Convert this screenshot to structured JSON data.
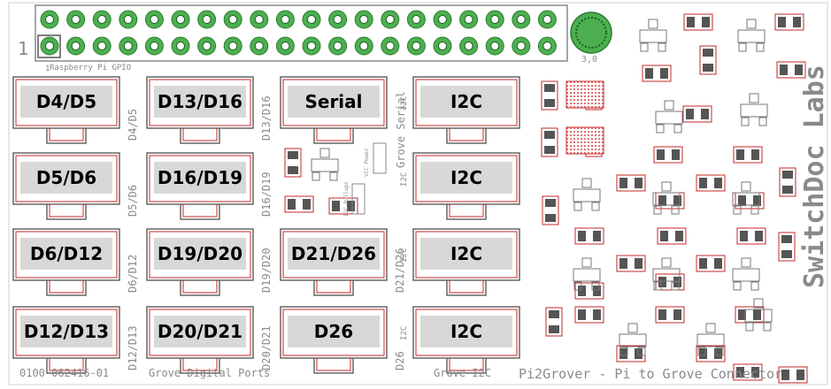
{
  "header": {
    "pin_one_label": "1",
    "pin_one_mark": "1",
    "gpio_caption": "Raspberry Pi GPIO",
    "hole_label": "3,0"
  },
  "brand": {
    "logo_text": "SwitchDoc Labs",
    "board_title": "Pi2Grover - Pi to Grove Connector",
    "part_number": "0100-062416-01"
  },
  "captions": {
    "digital_ports": "Grove Digital Ports",
    "i2c_ports": "Grove I2C",
    "serial_group": "Grove Serial",
    "vcc_power": "VCC Power",
    "i2c_pullups": "I2C Pullups"
  },
  "connectors": [
    {
      "label": "D4/D5",
      "side": "D4/D5"
    },
    {
      "label": "D13/D16",
      "side": "D13/D16"
    },
    {
      "label": "Serial",
      "side": "Grove Serial"
    },
    {
      "label": "I2C",
      "side": "I2C"
    },
    {
      "label": "D5/D6",
      "side": "D5/D6"
    },
    {
      "label": "D16/D19",
      "side": "D16/D19"
    },
    {
      "label": "I2C",
      "side": "I2C"
    },
    {
      "label": "D6/D12",
      "side": "D6/D12"
    },
    {
      "label": "D19/D20",
      "side": "D19/D20"
    },
    {
      "label": "D21/D26",
      "side": "D21/D26"
    },
    {
      "label": "I2C",
      "side": "I2C"
    },
    {
      "label": "D12/D13",
      "side": "D12/D13"
    },
    {
      "label": "D20/D21",
      "side": "D20/D21"
    },
    {
      "label": "D26",
      "side": "D26"
    },
    {
      "label": "I2C",
      "side": "I2C"
    }
  ],
  "colors": {
    "pad_green": "#4caf50",
    "pad_ring": "#2e7d32",
    "outline_red": "#c62828",
    "silk_gray": "#8a8a8a",
    "grid_red": "#e57373"
  }
}
